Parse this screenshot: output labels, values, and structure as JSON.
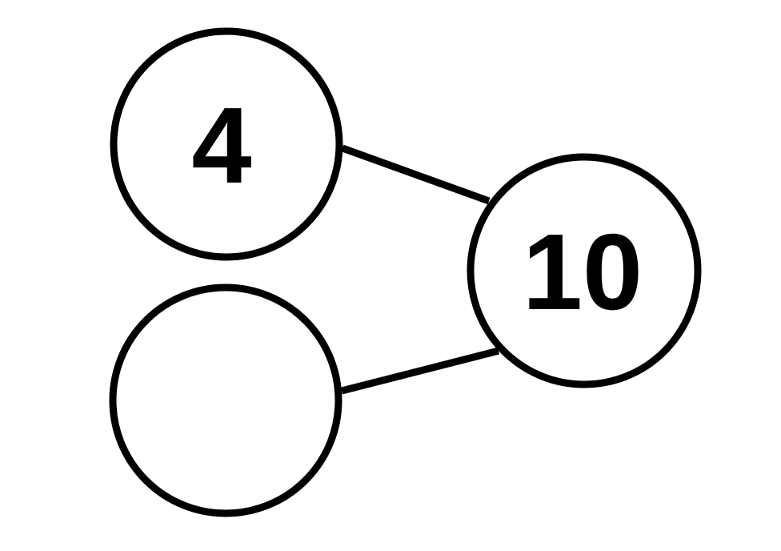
{
  "diagram": {
    "type": "number-bond",
    "whole": {
      "value": "10"
    },
    "parts": [
      {
        "value": "4"
      },
      {
        "value": ""
      }
    ],
    "colors": {
      "stroke": "#000000",
      "circle_fill": "#ffffff",
      "background": "#ffffff",
      "text": "#000000"
    }
  }
}
